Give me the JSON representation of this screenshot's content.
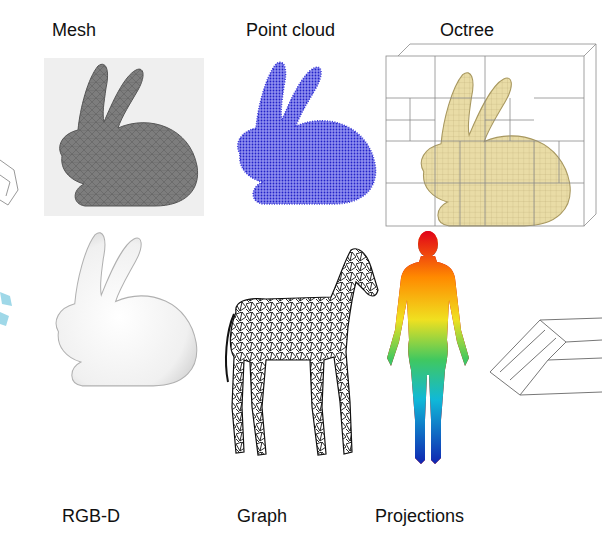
{
  "diagram": {
    "labels": [
      "Mesh",
      "Point cloud",
      "Octree",
      "RGB-D",
      "Graph",
      "Projections"
    ]
  }
}
